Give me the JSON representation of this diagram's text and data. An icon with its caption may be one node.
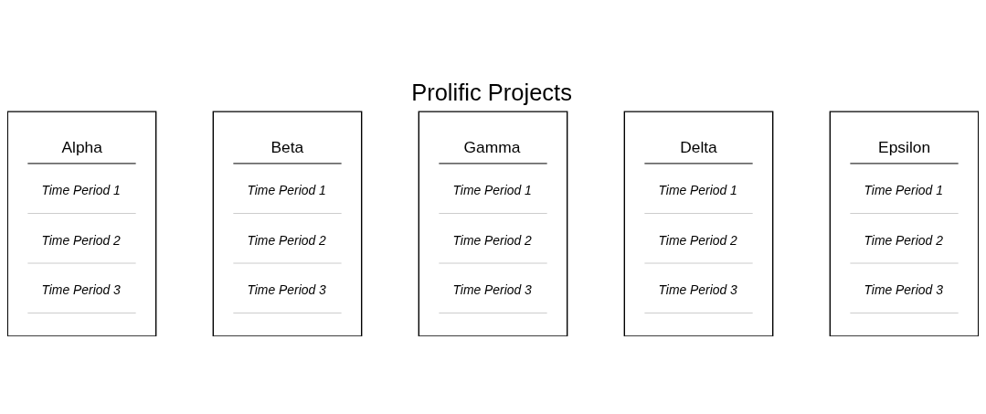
{
  "diagram": {
    "title": "Prolific Projects",
    "nodes": [
      {
        "text": [
          "Alpha",
          "Time Period 1",
          "Time Period 2",
          "Time Period 3"
        ]
      },
      {
        "text": [
          "Beta",
          "Time Period 1",
          "Time Period 2",
          "Time Period 3"
        ]
      },
      {
        "text": [
          "Gamma",
          "Time Period 1",
          "Time Period 2",
          "Time Period 3"
        ]
      },
      {
        "text": [
          "Delta",
          "Time Period 1",
          "Time Period 2",
          "Time Period 3"
        ]
      },
      {
        "text": [
          "Epsilon",
          "Time Period 1",
          "Time Period 2",
          "Time Period 3"
        ]
      }
    ],
    "edges": []
  }
}
